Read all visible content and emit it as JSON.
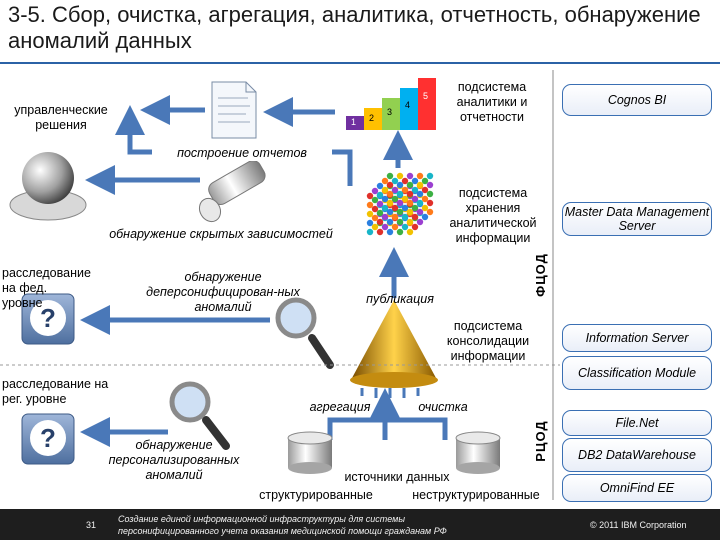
{
  "title": "3-5. Сбор, очистка, агрегация, аналитика, отчетность, обнаружение аномалий данных",
  "labels": {
    "management": "управленческие решения",
    "analytics_subsystem": "подсистема аналитики и отчетности",
    "report_building": "построение отчетов",
    "storage_subsystem": "подсистема хранения аналитической информации",
    "hidden_dependencies": "обнаружение скрытых зависимостей",
    "fed_investigation": "расследование на фед. уровне",
    "depersonalized": "обнаружение деперсонифицирован-ных аномалий",
    "publication": "публикация",
    "consolidation_subsystem": "подсистема консолидации информации",
    "reg_investigation": "расследование на рег. уровне",
    "aggregation": "агрегация",
    "cleaning": "очистка",
    "personalized": "обнаружение персонализированных аномалий",
    "data_sources": "источники данных",
    "structured": "структурированные",
    "unstructured": "неструктурированные",
    "fcod": "ФЦОД",
    "rcod": "РЦОД"
  },
  "products": {
    "cognos": "Cognos BI",
    "mdm": "Master Data Management Server",
    "info_server": "Information Server",
    "classification": "Classification Module",
    "filenet": "File.Net",
    "db2": "DB2 DataWarehouse",
    "omnifind": "OmniFind EE"
  },
  "stair_numbers": [
    "1",
    "2",
    "3",
    "4",
    "5"
  ],
  "question_mark": "?",
  "footer": {
    "page": "31",
    "note": "Создание единой информационной инфраструктуры для системы персонифицированного учета оказания медицинской помощи гражданам РФ",
    "copyright": "© 2011 IBM Corporation"
  },
  "colors": {
    "accent": "#2b62a6",
    "arrow": "#4a78b8",
    "footer_bg": "#1e1e1e"
  }
}
